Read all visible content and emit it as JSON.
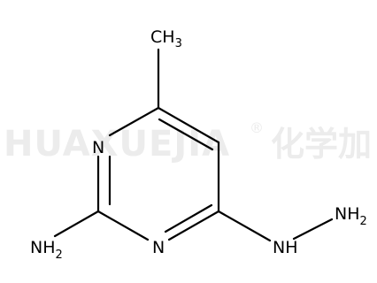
{
  "watermark": {
    "latin": "HUAXUEJIA",
    "registered": "®",
    "cjk": "化学加"
  },
  "atoms": {
    "ch3": {
      "main": "CH",
      "sub": "3"
    },
    "n_ring_upper": {
      "main": "N"
    },
    "n_ring_lower": {
      "main": "N"
    },
    "nh2_left": {
      "main": "NH",
      "sub": "2"
    },
    "nh": {
      "main": "NH"
    },
    "nh2_right": {
      "main": "NH",
      "sub": "2"
    }
  },
  "colors": {
    "bond": "#000000",
    "text": "#000000",
    "watermark": "#ececec"
  }
}
